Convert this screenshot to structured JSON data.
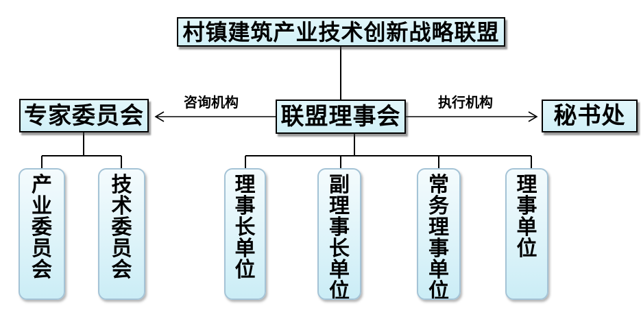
{
  "diagram": {
    "type": "org-chart",
    "root": {
      "label": "村镇建筑产业技术创新战略联盟"
    },
    "expert_committee": {
      "label": "专家委员会"
    },
    "council": {
      "label": "联盟理事会"
    },
    "secretariat": {
      "label": "秘书处"
    },
    "edges": {
      "advisory_label": "咨询机构",
      "executive_label": "执行机构"
    },
    "expert_children": [
      {
        "label": "产业委员会"
      },
      {
        "label": "技术委员会"
      }
    ],
    "council_children": [
      {
        "label": "理事长单位"
      },
      {
        "label": "副理事长单位"
      },
      {
        "label": "常务理事单位"
      },
      {
        "label": "理事单位"
      }
    ],
    "colors": {
      "background": "#ffffff",
      "rect_box_fill": "#d6f2f8",
      "rect_box_border": "#000000",
      "rounded_box_fill_top": "#f4fbfd",
      "rounded_box_fill_bottom": "#cbedf6",
      "rounded_box_border": "#a4c3d6",
      "connector_line": "#000000",
      "text": "#000000"
    }
  }
}
